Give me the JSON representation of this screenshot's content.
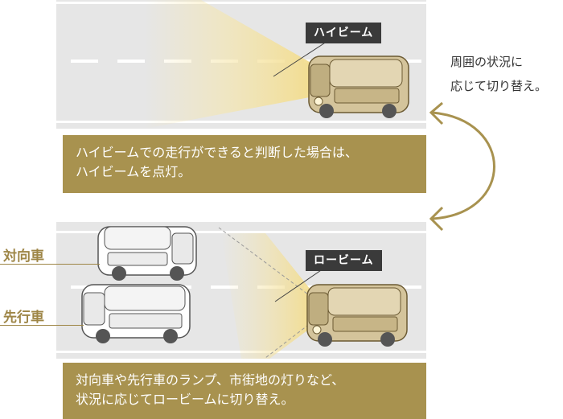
{
  "high_beam": {
    "tag": "ハイビーム",
    "caption_line1": "ハイビームでの走行ができると判断した場合は、",
    "caption_line2": "ハイビームを点灯。"
  },
  "low_beam": {
    "tag": "ロービーム",
    "caption_line1": "対向車や先行車のランプ、市街地の灯りなど、",
    "caption_line2": "状況に応じてロービームに切り替え。"
  },
  "side_labels": {
    "oncoming": "対向車",
    "preceding": "先行車"
  },
  "switch_note": {
    "line1": "周囲の状況に",
    "line2": "応じて切り替え。"
  },
  "colors": {
    "accent_gold": "#a8924f",
    "label_gold": "#9e8647",
    "tag_bg": "#3a3a3a",
    "road": "#e6e6e6",
    "beam": "#f3dc8a"
  },
  "icons": [
    "own-car-icon",
    "oncoming-car-icon",
    "preceding-car-icon",
    "switch-arrow-icon"
  ]
}
